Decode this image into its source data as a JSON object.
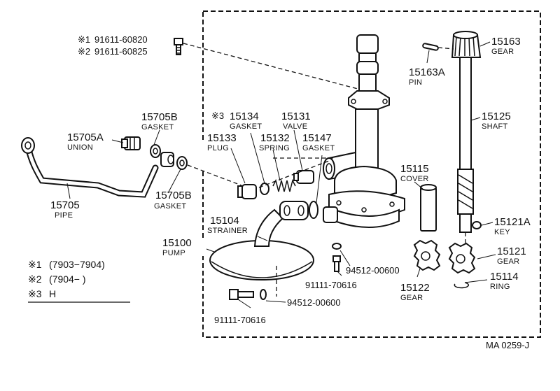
{
  "callouts": {
    "bolt_top_1": "91611-60820",
    "bolt_top_2": "91611-60825",
    "mark1": "※1",
    "mark2": "※2",
    "mark3": "※3",
    "gasket_15705b_top_num": "15705B",
    "gasket_15705b_top_name": "GASKET",
    "union_num": "15705A",
    "union_name": "UNION",
    "pipe_num": "15705",
    "pipe_name": "PIPE",
    "gasket_15705b_bot_num": "15705B",
    "gasket_15705b_bot_name": "GASKET",
    "gasket_15134_num": "15134",
    "gasket_15134_name": "GASKET",
    "valve_num": "15131",
    "valve_name": "VALVE",
    "plug_num": "15133",
    "plug_name": "PLUG",
    "spring_num": "15132",
    "spring_name": "SPRING",
    "gasket_15147_num": "15147",
    "gasket_15147_name": "GASKET",
    "strainer_num": "15104",
    "strainer_name": "STRAINER",
    "pump_num": "15100",
    "pump_name": "PUMP",
    "cover_num": "15115",
    "cover_name": "COVER",
    "washer_mid": "94512-00600",
    "bolt_mid": "91111-70616",
    "washer_bot": "94512-00600",
    "bolt_bot": "91111-70616",
    "gear_15163_num": "15163",
    "gear_15163_name": "GEAR",
    "pin_num": "15163A",
    "pin_name": "PIN",
    "shaft_num": "15125",
    "shaft_name": "SHAFT",
    "key_num": "15121A",
    "key_name": "KEY",
    "gear_15121_num": "15121",
    "gear_15121_name": "GEAR",
    "ring_num": "15114",
    "ring_name": "RING",
    "gear_15122_num": "15122",
    "gear_15122_name": "GEAR",
    "diagram_code": "MA 0259-J"
  },
  "legend": [
    {
      "mark": "※1",
      "text": "(7903−7904)"
    },
    {
      "mark": "※2",
      "text": "(7904−         )"
    },
    {
      "mark": "※3",
      "text": "H"
    }
  ]
}
